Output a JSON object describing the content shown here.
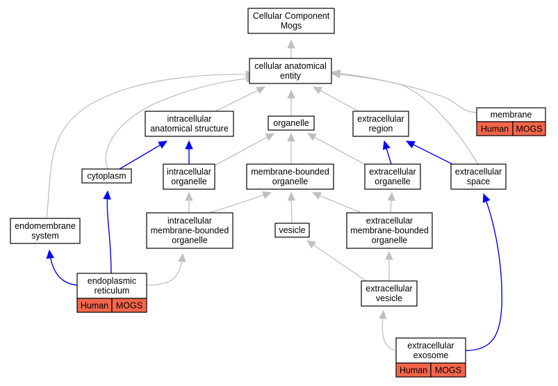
{
  "nodes": {
    "root": {
      "lines": [
        "Cellular Component",
        "Mogs"
      ]
    },
    "cellular_anatomical_entity": {
      "lines": [
        "cellular anatomical",
        "entity"
      ]
    },
    "membrane": {
      "lines": [
        "membrane"
      ],
      "badges": [
        "Human",
        "MOGS"
      ]
    },
    "intracellular_anatomical_structure": {
      "lines": [
        "intracellular",
        "anatomical structure"
      ]
    },
    "organelle": {
      "lines": [
        "organelle"
      ]
    },
    "extracellular_region": {
      "lines": [
        "extracellular",
        "region"
      ]
    },
    "cytoplasm": {
      "lines": [
        "cytoplasm"
      ]
    },
    "intracellular_organelle": {
      "lines": [
        "intracellular",
        "organelle"
      ]
    },
    "membrane_bounded_organelle": {
      "lines": [
        "membrane-bounded",
        "organelle"
      ]
    },
    "extracellular_organelle": {
      "lines": [
        "extracellular",
        "organelle"
      ]
    },
    "extracellular_space": {
      "lines": [
        "extracellular",
        "space"
      ]
    },
    "endomembrane_system": {
      "lines": [
        "endomembrane",
        "system"
      ]
    },
    "intracellular_membrane_bounded_organelle": {
      "lines": [
        "intracellular",
        "membrane-bounded",
        "organelle"
      ]
    },
    "vesicle": {
      "lines": [
        "vesicle"
      ]
    },
    "extracellular_membrane_bounded_organelle": {
      "lines": [
        "extracellular",
        "membrane-bounded",
        "organelle"
      ]
    },
    "endoplasmic_reticulum": {
      "lines": [
        "endoplasmic",
        "reticulum"
      ],
      "badges": [
        "Human",
        "MOGS"
      ]
    },
    "extracellular_vesicle": {
      "lines": [
        "extracellular",
        "vesicle"
      ]
    },
    "extracellular_exosome": {
      "lines": [
        "extracellular",
        "exosome"
      ],
      "badges": [
        "Human",
        "MOGS"
      ]
    }
  },
  "edges": [
    {
      "from": "cellular_anatomical_entity",
      "to": "root",
      "type": "is_a"
    },
    {
      "from": "membrane",
      "to": "cellular_anatomical_entity",
      "type": "is_a"
    },
    {
      "from": "intracellular_anatomical_structure",
      "to": "cellular_anatomical_entity",
      "type": "is_a"
    },
    {
      "from": "organelle",
      "to": "cellular_anatomical_entity",
      "type": "is_a"
    },
    {
      "from": "extracellular_region",
      "to": "cellular_anatomical_entity",
      "type": "is_a"
    },
    {
      "from": "cytoplasm",
      "to": "cellular_anatomical_entity",
      "type": "is_a"
    },
    {
      "from": "endomembrane_system",
      "to": "cellular_anatomical_entity",
      "type": "is_a"
    },
    {
      "from": "extracellular_space",
      "to": "cellular_anatomical_entity",
      "type": "is_a"
    },
    {
      "from": "cytoplasm",
      "to": "intracellular_anatomical_structure",
      "type": "part_of"
    },
    {
      "from": "intracellular_organelle",
      "to": "intracellular_anatomical_structure",
      "type": "part_of"
    },
    {
      "from": "intracellular_organelle",
      "to": "organelle",
      "type": "is_a"
    },
    {
      "from": "membrane_bounded_organelle",
      "to": "organelle",
      "type": "is_a"
    },
    {
      "from": "extracellular_organelle",
      "to": "organelle",
      "type": "is_a"
    },
    {
      "from": "extracellular_organelle",
      "to": "extracellular_region",
      "type": "part_of"
    },
    {
      "from": "extracellular_space",
      "to": "extracellular_region",
      "type": "part_of"
    },
    {
      "from": "intracellular_membrane_bounded_organelle",
      "to": "intracellular_organelle",
      "type": "is_a"
    },
    {
      "from": "intracellular_membrane_bounded_organelle",
      "to": "membrane_bounded_organelle",
      "type": "is_a"
    },
    {
      "from": "vesicle",
      "to": "membrane_bounded_organelle",
      "type": "is_a"
    },
    {
      "from": "extracellular_membrane_bounded_organelle",
      "to": "membrane_bounded_organelle",
      "type": "is_a"
    },
    {
      "from": "extracellular_membrane_bounded_organelle",
      "to": "extracellular_organelle",
      "type": "is_a"
    },
    {
      "from": "endoplasmic_reticulum",
      "to": "endomembrane_system",
      "type": "part_of"
    },
    {
      "from": "endoplasmic_reticulum",
      "to": "cytoplasm",
      "type": "part_of"
    },
    {
      "from": "endoplasmic_reticulum",
      "to": "intracellular_membrane_bounded_organelle",
      "type": "is_a"
    },
    {
      "from": "extracellular_vesicle",
      "to": "vesicle",
      "type": "is_a"
    },
    {
      "from": "extracellular_vesicle",
      "to": "extracellular_membrane_bounded_organelle",
      "type": "is_a"
    },
    {
      "from": "extracellular_exosome",
      "to": "extracellular_vesicle",
      "type": "is_a"
    },
    {
      "from": "extracellular_exosome",
      "to": "extracellular_space",
      "type": "part_of"
    }
  ],
  "colors": {
    "is_a_edge": "#c0c0c0",
    "part_of_edge": "#0000ff",
    "badge_fill": "#f4664b",
    "node_border": "#000000"
  }
}
